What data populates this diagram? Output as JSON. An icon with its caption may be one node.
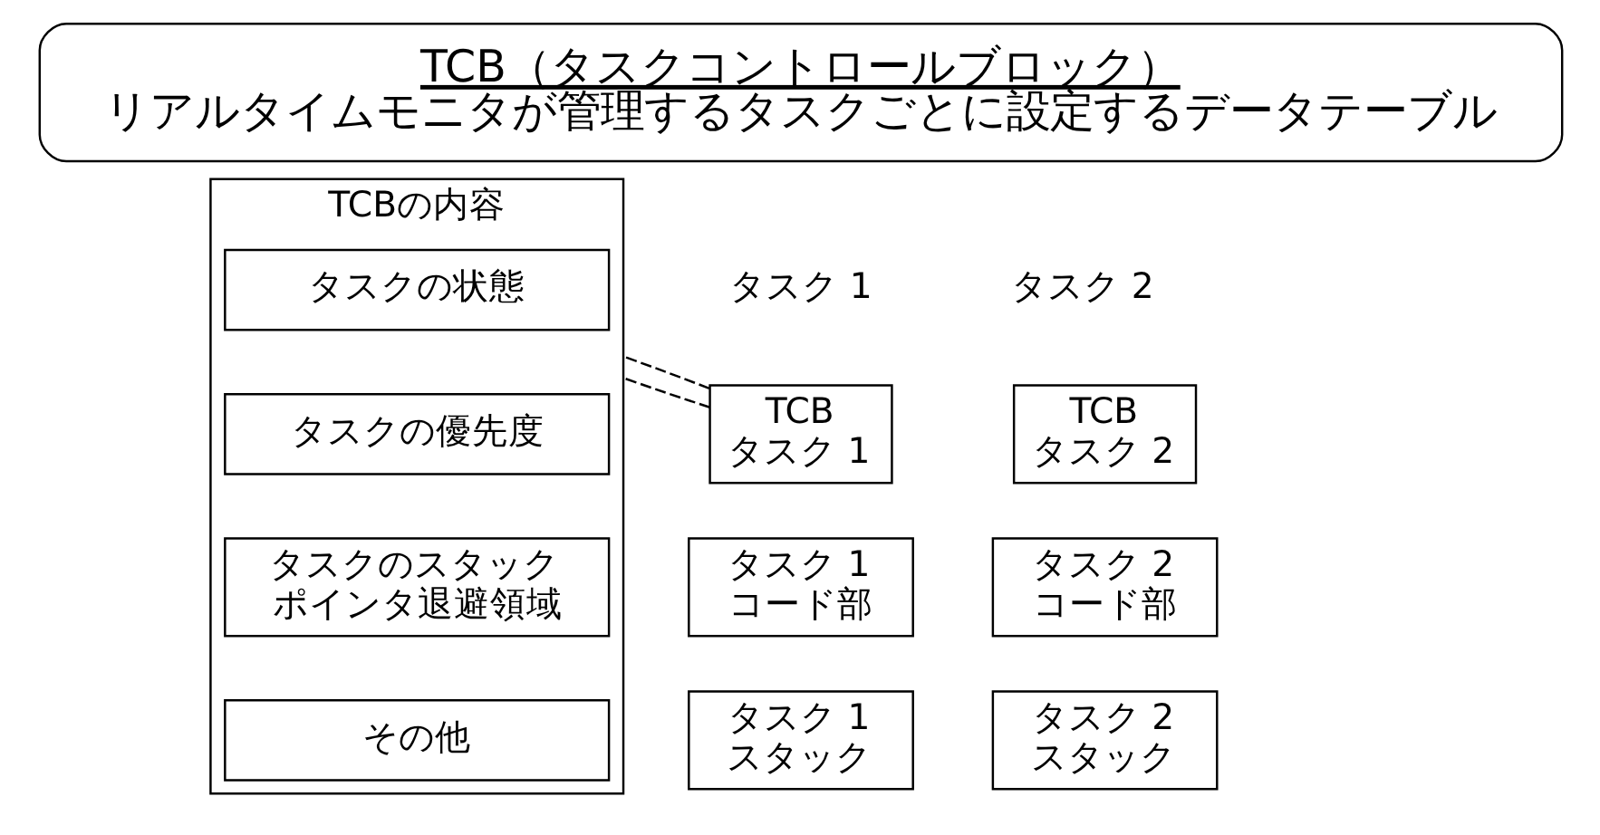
{
  "diagram": {
    "nodes": [
      {
        "text": [
          "TCB（タスクコントロールブロック）",
          "リアルタイムモニタが管理するタスクごとに設定するデータテーブル"
        ]
      },
      {
        "text": [
          "TCBの内容"
        ]
      },
      {
        "text": [
          "タスクの状態"
        ],
        "in": 1
      },
      {
        "text": [
          "タスクの優先度"
        ],
        "in": 1
      },
      {
        "text": [
          "タスクのスタックポインタ退避領域"
        ],
        "in": 1
      },
      {
        "text": [
          "その他"
        ],
        "in": 1
      },
      {
        "text": [
          "TCB タスク 1"
        ]
      },
      {
        "text": [
          "タスク 1 コード部"
        ]
      },
      {
        "text": [
          "タスク 1 スタック"
        ]
      },
      {
        "text": [
          "TCB タスク 2"
        ]
      },
      {
        "text": [
          "タスク 2 コード部"
        ]
      },
      {
        "text": [
          "タスク 2 スタック"
        ]
      }
    ],
    "edges": [
      {
        "from": 6,
        "to": 1,
        "arrow": "none",
        "style": "dashed"
      },
      {
        "from": 6,
        "to": 1,
        "arrow": "none",
        "style": "dashed"
      }
    ],
    "labels": [
      "タスク 1",
      "タスク 2"
    ]
  }
}
